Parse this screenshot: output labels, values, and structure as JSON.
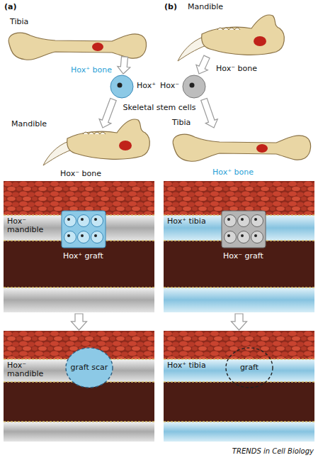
{
  "diagram": {
    "nodes": [
      {
        "text": [
          "Hox⁻ mandible",
          "Hox⁺ graft"
        ]
      },
      {
        "text": [
          "Hox⁻ mandible"
        ]
      },
      {
        "text": [
          "graft scar"
        ],
        "in": 1
      },
      {
        "text": [
          "Hox⁺ tibia",
          "Hox⁻ graft"
        ]
      },
      {
        "text": [
          "Hox⁺ tibia"
        ]
      },
      {
        "text": [
          "graft"
        ],
        "in": 4
      }
    ],
    "edges": [
      {
        "from": 0,
        "to": 1,
        "arrow": "to"
      },
      {
        "from": 3,
        "to": 4,
        "arrow": "to"
      }
    ],
    "labels": [
      "(a)",
      "Tibia",
      "Hox⁺ bone",
      "Hox⁺",
      "Mandible",
      "Hox⁻ bone",
      "Skeletal stem cells",
      "(b)",
      "Mandible",
      "Hox⁻ bone",
      "Hox⁻",
      "Tibia",
      "Hox⁺ bone",
      "TRENDS in Cell Biology"
    ]
  }
}
